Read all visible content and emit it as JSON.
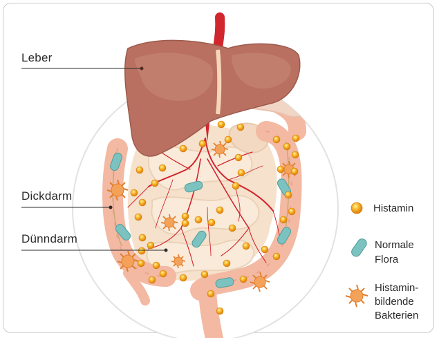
{
  "labels": {
    "leber": "Leber",
    "dickdarm": "Dickdarm",
    "duenndarm": "Dünndarm"
  },
  "legend": {
    "histamin": "Histamin",
    "normale_flora_line1": "Normale",
    "normale_flora_line2": "Flora",
    "bakterien_line1": "Histamin-",
    "bakterien_line2": "bildende",
    "bakterien_line3": "Bakterien"
  },
  "colors": {
    "liver": "#b97060",
    "colon": "#f3b9a2",
    "small_intestine": "#f6e1cc",
    "histamine": "#f3a11a",
    "flora": "#7cc2c0",
    "bacteria": "#f4a25a",
    "vessel": "#d1262d"
  }
}
